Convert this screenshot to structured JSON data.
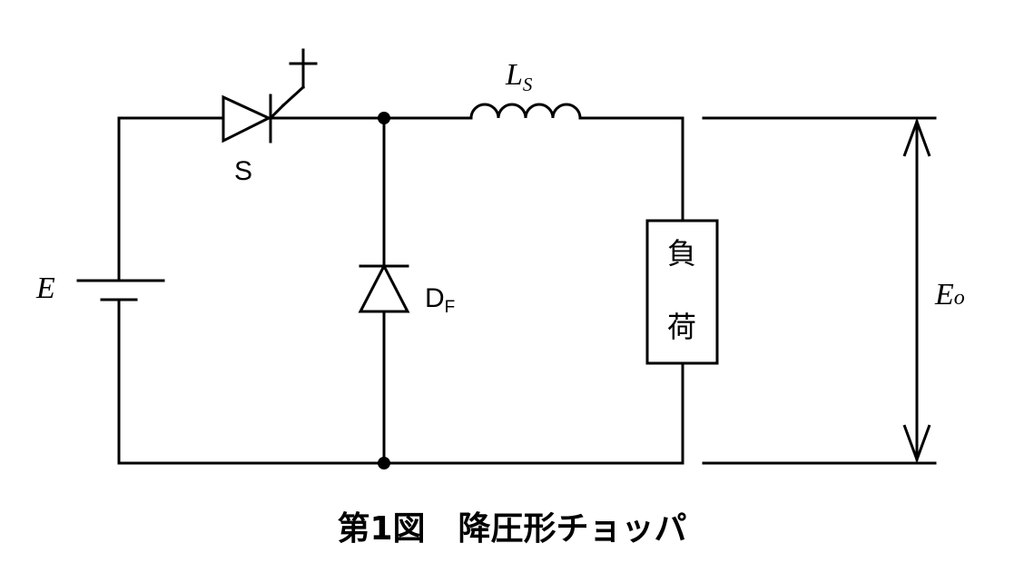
{
  "diagram": {
    "source_label": "E",
    "switch_label": "S",
    "diode_label": {
      "main": "D",
      "sub": "F"
    },
    "inductor_label": {
      "main": "L",
      "sub": "S"
    },
    "load_label": {
      "line1": "負",
      "line2": "荷"
    },
    "output_label": {
      "main": "E",
      "sub": "o"
    },
    "caption": "第1図　降圧形チョッパ"
  }
}
